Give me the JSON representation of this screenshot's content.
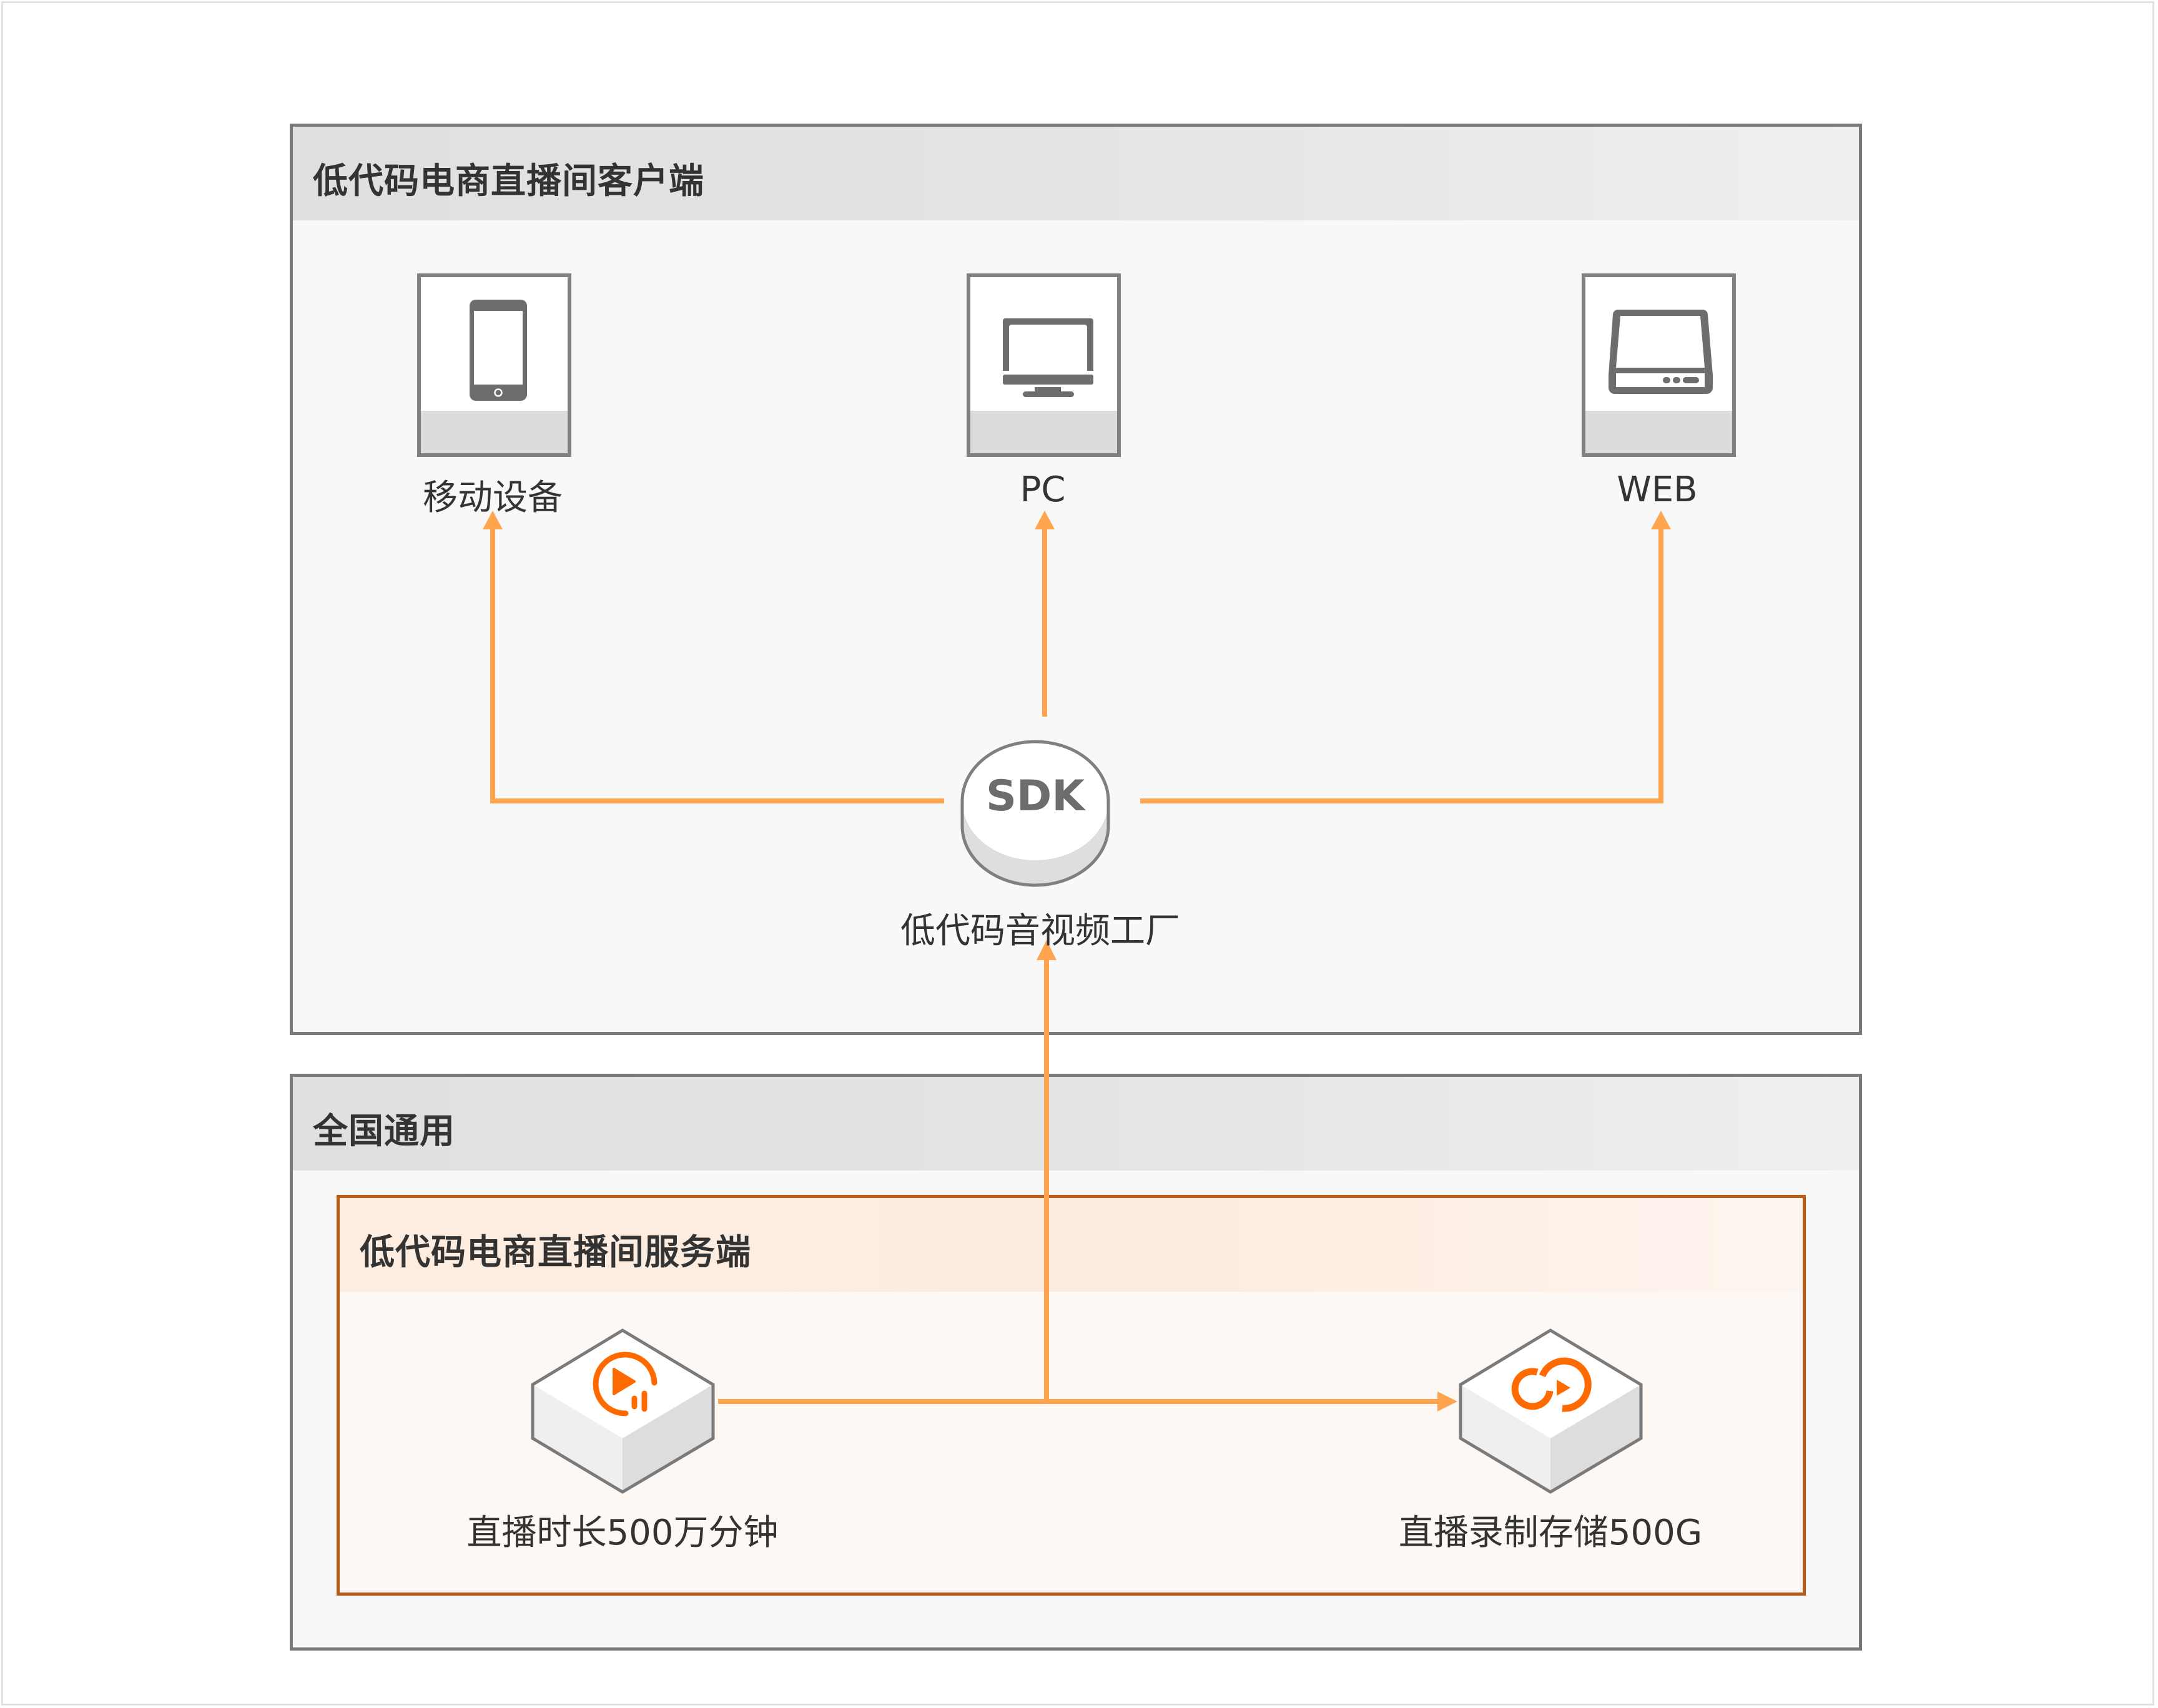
{
  "client_panel": {
    "title": "低代码电商直播间客户端",
    "devices": [
      {
        "label": "移动设备",
        "icon": "mobile-phone-icon"
      },
      {
        "label": "PC",
        "icon": "desktop-monitor-icon"
      },
      {
        "label": "WEB",
        "icon": "web-terminal-icon"
      }
    ],
    "sdk": {
      "text": "SDK",
      "label": "低代码音视频工厂"
    }
  },
  "region_panel": {
    "title": "全国通用",
    "server": {
      "title": "低代码电商直播间服务端",
      "nodes": [
        {
          "label": "直播时长500万分钟",
          "icon": "live-duration-icon"
        },
        {
          "label": "直播录制存储500G",
          "icon": "live-recording-storage-icon"
        }
      ]
    }
  },
  "colors": {
    "arrow": "#ffa54f",
    "icon_accent": "#ff6a00",
    "server_border": "#b85a18",
    "panel_border": "#7a7a7a"
  }
}
